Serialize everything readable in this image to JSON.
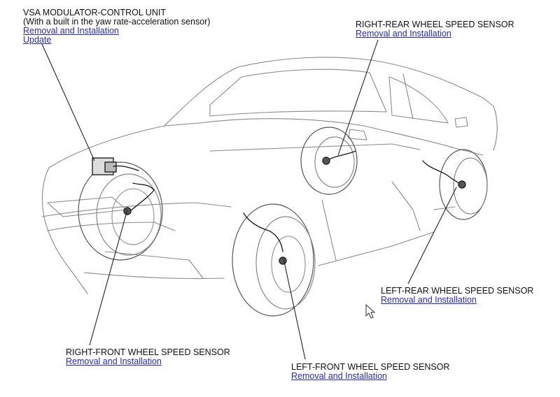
{
  "callouts": {
    "vsa_unit": {
      "title": "VSA MODULATOR-CONTROL UNIT",
      "subtitle": "(With a built in the yaw rate-acceleration sensor)",
      "links": {
        "removal": "Removal and Installation",
        "update": "Update"
      }
    },
    "right_rear": {
      "title": "RIGHT-REAR WHEEL SPEED SENSOR",
      "links": {
        "removal": "Removal and Installation"
      }
    },
    "left_rear": {
      "title": "LEFT-REAR WHEEL SPEED SENSOR",
      "links": {
        "removal": "Removal and Installation"
      }
    },
    "right_front": {
      "title": "RIGHT-FRONT WHEEL SPEED SENSOR",
      "links": {
        "removal": "Removal and Installation"
      }
    },
    "left_front": {
      "title": "LEFT-FRONT WHEEL SPEED SENSOR",
      "links": {
        "removal": "Removal and Installation"
      }
    }
  },
  "colors": {
    "line": "#7a7a7a",
    "component": "#222222",
    "link": "#2a2ab0",
    "text": "#111111"
  }
}
